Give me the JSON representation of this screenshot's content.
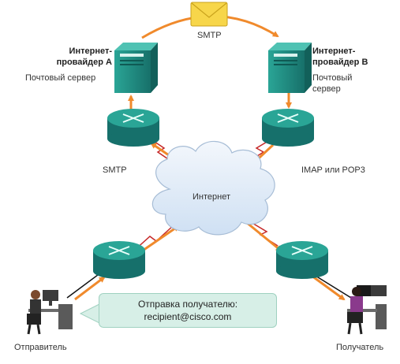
{
  "labels": {
    "smtp_top": "SMTP",
    "isp_a_title": "Интернет-\nпровайдер A",
    "isp_a_sub": "Почтовый сервер",
    "isp_b_title": "Интернет-\nпровайдер B",
    "isp_b_sub": "Почтовый\nсервер",
    "smtp_left": "SMTP",
    "imap_pop3": "IMAP или POP3",
    "internet": "Интернет",
    "sender": "Отправитель",
    "recipient": "Получатель"
  },
  "callout": {
    "line1": "Отправка получателю:",
    "line2": "recipient@cisco.com"
  },
  "colors": {
    "arrow": "#f08a2c",
    "router": "#1f8b87",
    "server": "#1e8a7f",
    "serial_link": "#c62828",
    "cloud": "#dde9f7",
    "callout_bg": "#d7efe7"
  },
  "icons": [
    "envelope-icon",
    "mail-server-icon",
    "router-icon",
    "cloud-icon",
    "user-workstation-icon"
  ]
}
